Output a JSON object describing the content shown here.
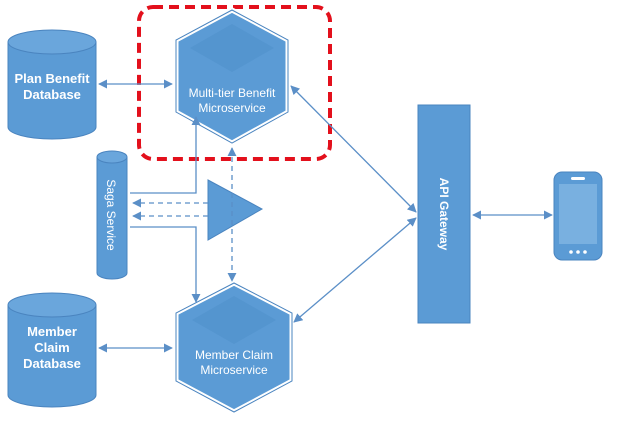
{
  "colors": {
    "shape_fill": "#5b9bd5",
    "shape_stroke": "#4a84bf",
    "connector": "#5b8fc7",
    "highlight": "#e3101c",
    "background": "#ffffff"
  },
  "nodes": {
    "plan_db": {
      "line1": "Plan Benefit",
      "line2": "Database"
    },
    "member_db": {
      "line1": "Member",
      "line2": "Claim",
      "line3": "Database"
    },
    "benefit_ms": {
      "line1": "Multi-tier Benefit",
      "line2": "Microservice"
    },
    "claim_ms": {
      "line1": "Member Claim",
      "line2": "Microservice"
    },
    "saga": {
      "label": "Saga Service"
    },
    "gateway": {
      "label": "API Gateway"
    },
    "mobile": {
      "icon": "mobile-phone-icon"
    },
    "router": {
      "icon": "triangle-router-icon"
    }
  },
  "highlight": {
    "target": "benefit_ms",
    "style": "dashed"
  }
}
